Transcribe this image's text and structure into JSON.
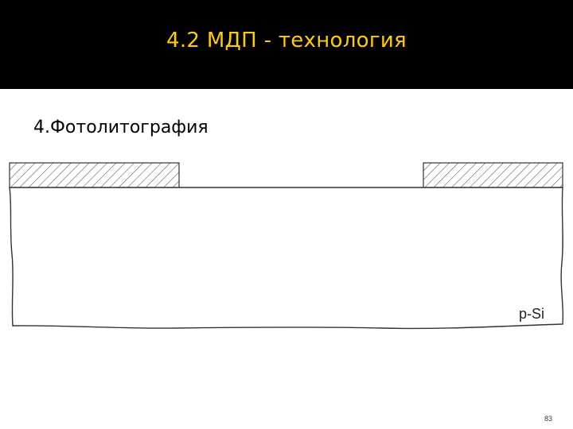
{
  "slide": {
    "title": "4.2 МДП - технология",
    "subtitle": "4.Фотолитография",
    "page_number": "83"
  },
  "diagram": {
    "substrate_label": "p-Si"
  },
  "colors": {
    "title_bar": "#000000",
    "title_text": "#ffcc00",
    "outline": "#333333"
  }
}
